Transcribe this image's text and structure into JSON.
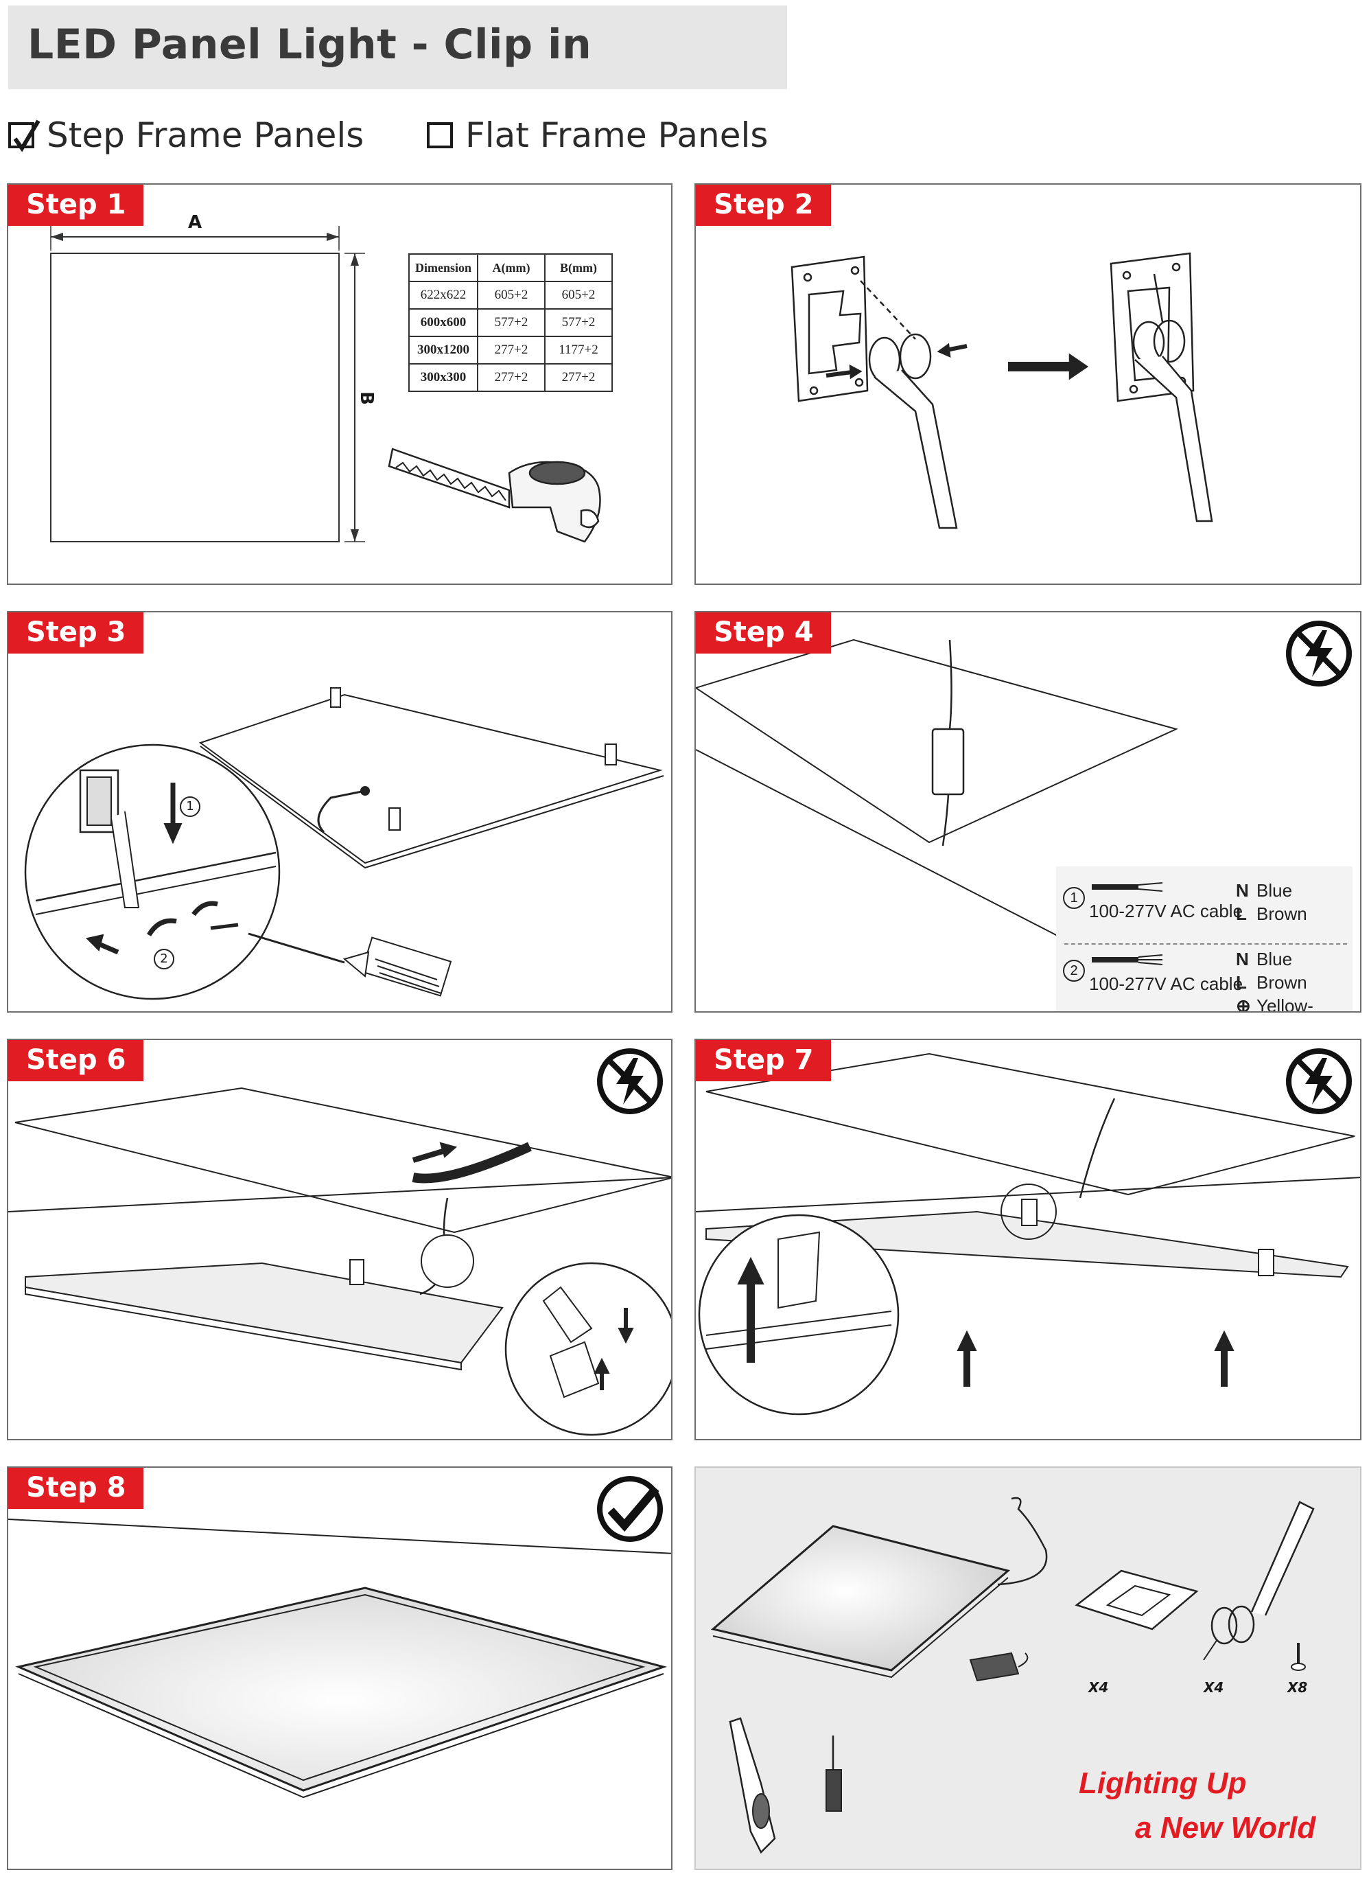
{
  "page_title": "LED Panel Light - Clip in",
  "options": [
    {
      "label": "Step Frame Panels",
      "checked": true
    },
    {
      "label": "Flat Frame Panels",
      "checked": false
    }
  ],
  "steps": {
    "s1": "Step 1",
    "s2": "Step 2",
    "s3": "Step 3",
    "s4": "Step 4",
    "s6": "Step 6",
    "s7": "Step 7",
    "s8": "Step 8"
  },
  "step1": {
    "dim_a": "A",
    "dim_b": "B",
    "table": {
      "headers": [
        "Dimension",
        "A(mm)",
        "B(mm)"
      ],
      "rows": [
        [
          "622x622",
          "605+2",
          "605+2"
        ],
        [
          "600x600",
          "577+2",
          "577+2"
        ],
        [
          "300x1200",
          "277+2",
          "1177+2"
        ],
        [
          "300x300",
          "277+2",
          "277+2"
        ]
      ]
    }
  },
  "step3": {
    "marker_1": "1",
    "marker_2": "2"
  },
  "step4": {
    "legend": [
      {
        "num": "1",
        "cable": "100-277V AC cable",
        "wires": [
          [
            "N",
            "Blue"
          ],
          [
            "L",
            "Brown"
          ]
        ]
      },
      {
        "num": "2",
        "cable": "100-277V AC cable",
        "wires": [
          [
            "N",
            "Blue"
          ],
          [
            "L",
            "Brown"
          ],
          [
            "⊕",
            "Yellow-green"
          ]
        ]
      }
    ]
  },
  "accessories": {
    "qty_plate": "X4",
    "qty_clip": "X4",
    "qty_screw": "X8"
  },
  "slogan": {
    "line1": "Lighting Up",
    "line2": "a New World"
  },
  "colors": {
    "accent_red": "#e21c23",
    "title_bg": "#e6e6e6",
    "panel_border": "#6e6e6e"
  },
  "icons": [
    "no-power-icon",
    "check-icon",
    "checkbox-checked-icon",
    "checkbox-empty-icon"
  ]
}
